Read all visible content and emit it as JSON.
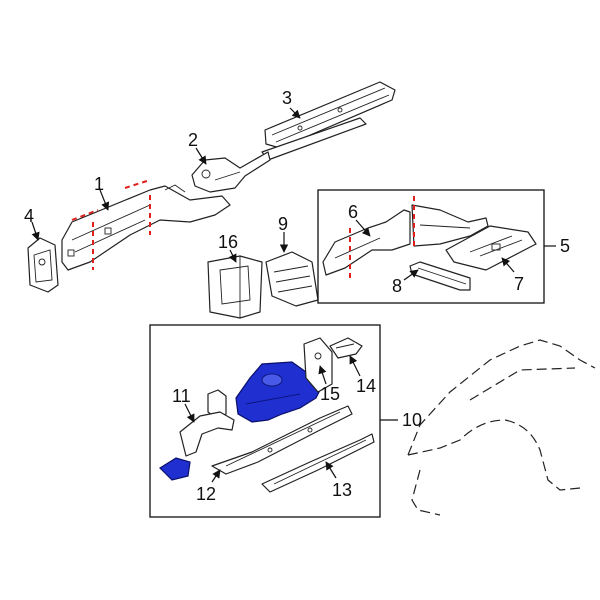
{
  "callouts": {
    "c1": "1",
    "c2": "2",
    "c3": "3",
    "c4": "4",
    "c5": "5",
    "c6": "6",
    "c7": "7",
    "c8": "8",
    "c9": "9",
    "c10": "10",
    "c11": "11",
    "c12": "12",
    "c13": "13",
    "c14": "14",
    "c15": "15",
    "c16": "16"
  },
  "colors": {
    "highlight": "#1f2fd0",
    "cut_lines": "#e0201c",
    "linework": "#222222"
  }
}
